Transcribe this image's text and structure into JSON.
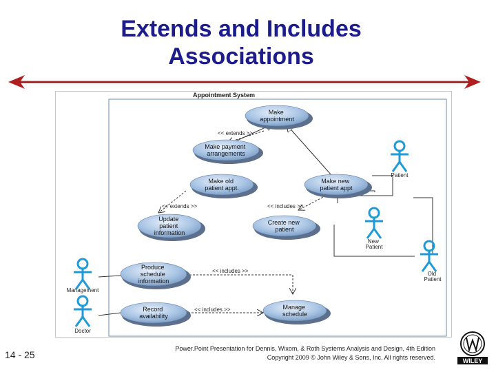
{
  "slide": {
    "title_line1": "Extends and Includes",
    "title_line2": "Associations",
    "slide_number": "14 - 25",
    "footer_line1": "Power.Point Presentation for Dennis, Wixom, & Roth Systems Analysis and Design, 4th Edition",
    "footer_line2": "Copyright 2009 © John Wiley & Sons, Inc.  All rights reserved.",
    "logo_text": "WILEY"
  },
  "diagram": {
    "system_name": "Appointment System",
    "use_cases": {
      "make_appointment": [
        "Make",
        "appointment"
      ],
      "make_payment": [
        "Make payment",
        "arrangements"
      ],
      "make_old": [
        "Make old",
        "patient appt."
      ],
      "make_new": [
        "Make new",
        "patient appt"
      ],
      "update_patient": [
        "Update",
        "patient",
        "information"
      ],
      "create_new": [
        "Create new",
        "patient"
      ],
      "produce_schedule": [
        "Produce",
        "schedule",
        "information"
      ],
      "record_availability": [
        "Record",
        "availability"
      ],
      "manage_schedule": [
        "Manage",
        "schedule"
      ]
    },
    "actors": {
      "patient": [
        "Patient"
      ],
      "new_patient": [
        "New",
        "Patient"
      ],
      "old_patient": [
        "Old",
        "Patient"
      ],
      "management": [
        "Management"
      ],
      "doctor": [
        "Doctor"
      ]
    },
    "relations": {
      "extends_top": "<< extends >>",
      "extends_left": "<< extends >>",
      "includes_mid": "<< includes >>",
      "includes_produce": "<< includes >>",
      "includes_record": "<< includes >>"
    },
    "colors": {
      "ellipse_fill": "#a8c4e4",
      "ellipse_shadow": "#5c6f8c",
      "actor": "#1e9ad6",
      "arrow": "#c02020"
    }
  }
}
